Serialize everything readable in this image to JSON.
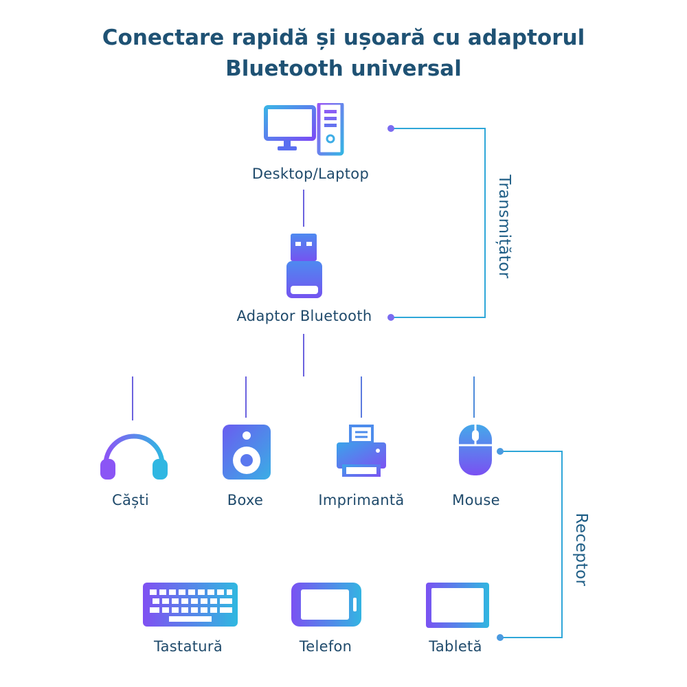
{
  "title": {
    "line1": "Conectare rapidă și ușoară cu adaptorul",
    "line2": "Bluetooth universal"
  },
  "nodes": {
    "desktop": "Desktop/Laptop",
    "adapter": "Adaptor Bluetooth",
    "headphones": "Căști",
    "speakers": "Boxe",
    "printer": "Imprimantă",
    "mouse": "Mouse",
    "keyboard": "Tastatură",
    "phone": "Telefon",
    "tablet": "Tabletă"
  },
  "groups": {
    "transmitter": "Transmițător",
    "receiver": "Receptor"
  },
  "icons": [
    "monitor-icon",
    "pc-tower-icon",
    "usb-adapter-icon",
    "headphones-icon",
    "speaker-icon",
    "printer-icon",
    "mouse-icon",
    "keyboard-icon",
    "phone-icon",
    "tablet-icon"
  ],
  "colors": {
    "title": "#1f5274",
    "gradient_start": "#7b4dff",
    "gradient_end": "#22b3d6",
    "connector": "#5b6ee0"
  }
}
